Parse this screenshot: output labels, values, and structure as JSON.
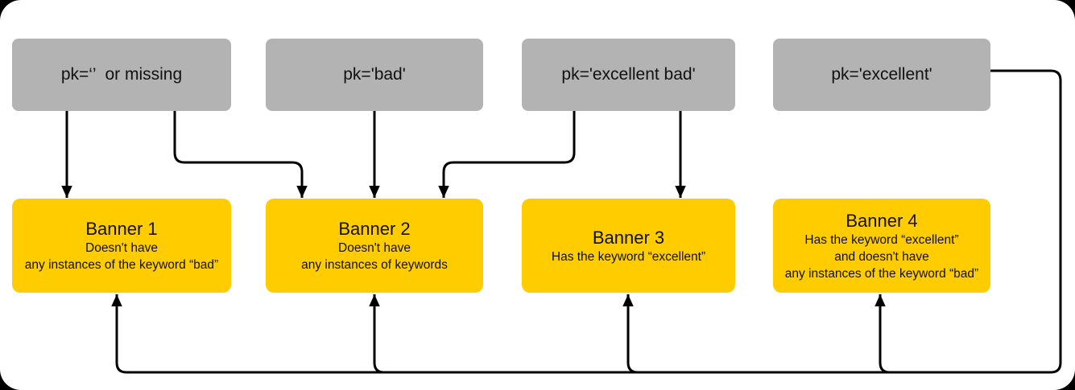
{
  "diagram": {
    "colors": {
      "source_fill": "#b3b3b3",
      "banner_fill": "#ffcc00",
      "arrow": "#000000",
      "text": "#111111",
      "surface": "#ffffff"
    },
    "sources": [
      {
        "label": "pk=‘’  or missing"
      },
      {
        "label": "pk='bad'"
      },
      {
        "label": "pk='excellent bad'"
      },
      {
        "label": "pk='excellent'"
      }
    ],
    "banners": [
      {
        "title": "Banner 1",
        "lines": [
          "Doesn't have",
          "any instances of the keyword “bad”"
        ]
      },
      {
        "title": "Banner 2",
        "lines": [
          "Doesn't have",
          "any instances of keywords"
        ]
      },
      {
        "title": "Banner 3",
        "lines": [
          "Has the keyword “excellent”"
        ]
      },
      {
        "title": "Banner 4",
        "lines": [
          "Has the keyword “excellent”",
          "and doesn't have",
          "any instances of the keyword “bad”"
        ]
      }
    ],
    "edges": [
      {
        "from": "source-1",
        "to": "banner-1"
      },
      {
        "from": "source-1",
        "to": "banner-2"
      },
      {
        "from": "source-2",
        "to": "banner-2"
      },
      {
        "from": "source-3",
        "to": "banner-2"
      },
      {
        "from": "source-3",
        "to": "banner-3"
      },
      {
        "from": "source-4",
        "to": "banner-1"
      },
      {
        "from": "source-4",
        "to": "banner-2"
      },
      {
        "from": "source-4",
        "to": "banner-3"
      },
      {
        "from": "source-4",
        "to": "banner-4"
      }
    ]
  }
}
